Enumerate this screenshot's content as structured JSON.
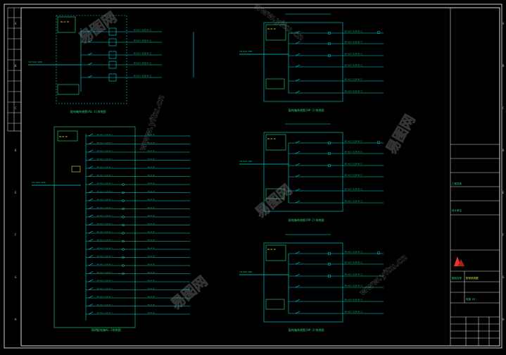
{
  "drawing": {
    "row_letters": [
      "A",
      "B",
      "C",
      "D",
      "E",
      "F",
      "G",
      "H"
    ],
    "panel_titles": {
      "top_left": "配电箱系统图(AL-1)系统图",
      "bottom_left": "照明配电箱AL-2系统图",
      "right_1": "配电箱系统图(AP-1)系统图",
      "right_2": "配电箱系统图(AP-2)系统图",
      "right_3": "配电箱系统图(AP-3)系统图"
    },
    "incoming_label": "YJV-5x16 SC50",
    "breaker_label": "NS-63 3P",
    "circuit_label": "BV-3x2.5 SC20 WC CC",
    "title_block": {
      "project_label": "工程名称",
      "drawing_label": "图纸名称",
      "drawing_name": "配电系统图",
      "design_unit": "设计单位",
      "sheet_no": "电施-03"
    },
    "watermarks": [
      "易图网",
      "www.yitu.cn"
    ],
    "colors": {
      "background": "#000000",
      "frame": "#d8d8d8",
      "wire": "#00d8d8",
      "text_green": "#29d97a",
      "text_yellow": "#e6e63a",
      "title_red": "#e03a2a"
    }
  }
}
